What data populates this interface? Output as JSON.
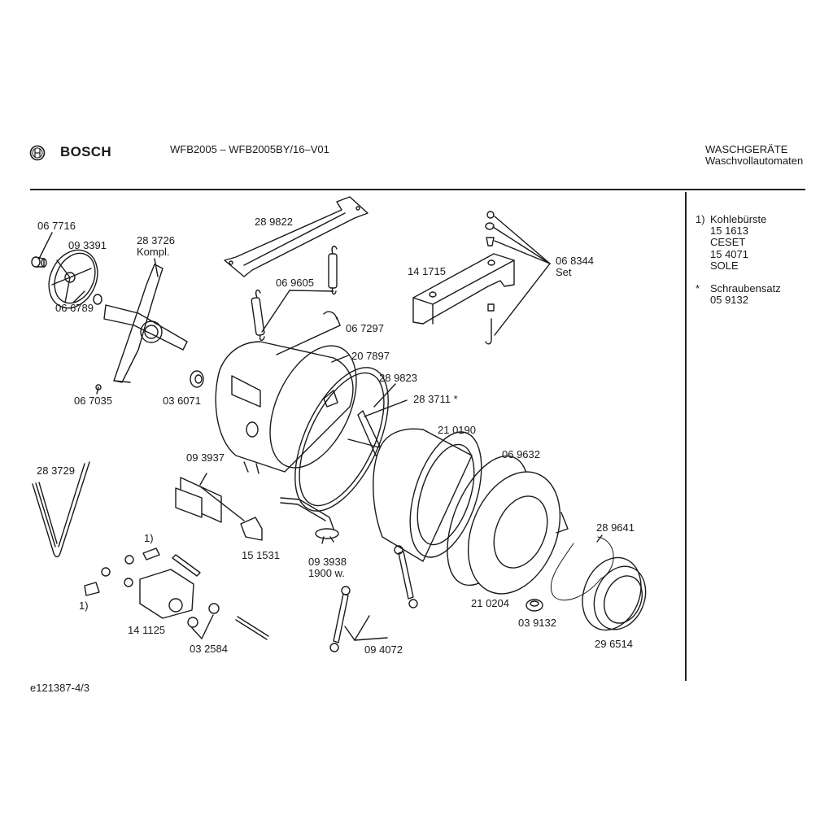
{
  "header": {
    "brand": "BOSCH",
    "brand_logo_icon": "bosch-armature-logo-icon",
    "model": "WFB2005 – WFB2005BY/16–V01",
    "category": "WASCHGERÄTE",
    "subcategory": "Waschvollautomaten"
  },
  "legend": {
    "items": [
      {
        "marker": "1)",
        "lines": [
          "Kohlebürste",
          "15 1613",
          "CESET",
          "15 4071",
          "SOLE"
        ]
      },
      {
        "marker": "*",
        "lines": [
          "Schraubensatz",
          "05 9132"
        ]
      }
    ]
  },
  "parts": [
    {
      "id": "p067716",
      "lines": [
        "06 7716"
      ],
      "part": "screw"
    },
    {
      "id": "p093391",
      "lines": [
        "09 3391"
      ],
      "part": "drum-pulley"
    },
    {
      "id": "p283726",
      "lines": [
        "28 3726",
        "Kompl."
      ],
      "part": "drum-cross-spider"
    },
    {
      "id": "p066789",
      "lines": [
        "06 6789"
      ],
      "part": "circlip"
    },
    {
      "id": "p067035",
      "lines": [
        "06 7035"
      ],
      "part": "screw"
    },
    {
      "id": "p036071",
      "lines": [
        "03 6071"
      ],
      "part": "bearing"
    },
    {
      "id": "p289822",
      "lines": [
        "28 9822"
      ],
      "part": "cross-brace"
    },
    {
      "id": "p069605",
      "lines": [
        "06 9605"
      ],
      "part": "tension-spring"
    },
    {
      "id": "p067297",
      "lines": [
        "06 7297"
      ],
      "part": "spring-clip"
    },
    {
      "id": "p207897",
      "lines": [
        "20 7897"
      ],
      "part": "tub-rear-half"
    },
    {
      "id": "p141715",
      "lines": [
        "14 1715"
      ],
      "part": "counterweight"
    },
    {
      "id": "p068344",
      "lines": [
        "06 8344",
        "Set"
      ],
      "part": "counterweight-fixing-set"
    },
    {
      "id": "p289823",
      "lines": [
        "28 9823"
      ],
      "part": "tub-clamp-ring"
    },
    {
      "id": "p283711",
      "lines": [
        "28 3711 *"
      ],
      "part": "clamp-bracket"
    },
    {
      "id": "p210190",
      "lines": [
        "21 0190"
      ],
      "part": "drum"
    },
    {
      "id": "p069632",
      "lines": [
        "06 9632"
      ],
      "part": "tub-seal"
    },
    {
      "id": "p283729",
      "lines": [
        "28 3729"
      ],
      "part": "drive-belt"
    },
    {
      "id": "p093937",
      "lines": [
        "09 3937"
      ],
      "part": "ntc-sensor-holder"
    },
    {
      "id": "p151531",
      "lines": [
        "15 1531"
      ],
      "part": "clip"
    },
    {
      "id": "p093938",
      "lines": [
        "09 3938",
        "1900 w."
      ],
      "part": "heating-element"
    },
    {
      "id": "p289641",
      "lines": [
        "28 9641"
      ],
      "part": "spring-wire"
    },
    {
      "id": "p210204",
      "lines": [
        "21 0204"
      ],
      "part": "tub-front-half"
    },
    {
      "id": "p039132",
      "lines": [
        "03 9132"
      ],
      "part": "grommet"
    },
    {
      "id": "p296514",
      "lines": [
        "29 6514"
      ],
      "part": "door-boot-gasket"
    },
    {
      "id": "p094072",
      "lines": [
        "09 4072"
      ],
      "part": "shock-absorber"
    },
    {
      "id": "p141125",
      "lines": [
        "14 1125"
      ],
      "part": "motor"
    },
    {
      "id": "p032584",
      "lines": [
        "03 2584"
      ],
      "part": "motor-mount-bushing"
    },
    {
      "id": "brush1a",
      "lines": [
        "1)"
      ],
      "part": "carbon-brush"
    },
    {
      "id": "brush1b",
      "lines": [
        "1)"
      ],
      "part": "carbon-brush"
    }
  ],
  "footer": {
    "drawing_id": "e121387-4/3"
  }
}
